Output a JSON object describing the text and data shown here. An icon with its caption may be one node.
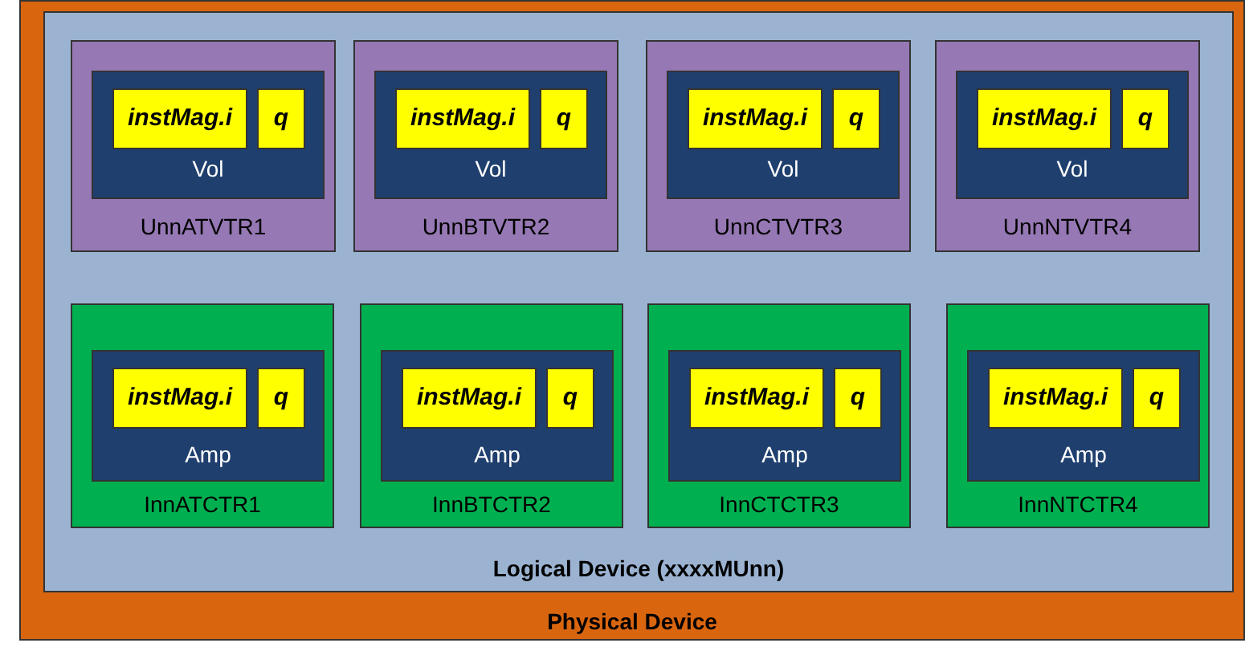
{
  "diagram": {
    "nodes": [
      {
        "text": [
          "Physical Device"
        ]
      },
      {
        "text": [
          "Logical Device (xxxxMUnn)"
        ],
        "in": 0
      },
      {
        "text": [
          "UnnATVTR1"
        ],
        "in": 1
      },
      {
        "text": [
          "Vol"
        ],
        "in": 2
      },
      {
        "text": [
          "instMag.i"
        ],
        "in": 3
      },
      {
        "text": [
          "q"
        ],
        "in": 3
      },
      {
        "text": [
          "UnnBTVTR2"
        ],
        "in": 1
      },
      {
        "text": [
          "Vol"
        ],
        "in": 6
      },
      {
        "text": [
          "instMag.i"
        ],
        "in": 7
      },
      {
        "text": [
          "q"
        ],
        "in": 7
      },
      {
        "text": [
          "UnnCTVTR3"
        ],
        "in": 1
      },
      {
        "text": [
          "Vol"
        ],
        "in": 10
      },
      {
        "text": [
          "instMag.i"
        ],
        "in": 11
      },
      {
        "text": [
          "q"
        ],
        "in": 11
      },
      {
        "text": [
          "UnnNTVTR4"
        ],
        "in": 1
      },
      {
        "text": [
          "Vol"
        ],
        "in": 14
      },
      {
        "text": [
          "instMag.i"
        ],
        "in": 15
      },
      {
        "text": [
          "q"
        ],
        "in": 15
      },
      {
        "text": [
          "InnATCTR1"
        ],
        "in": 1
      },
      {
        "text": [
          "Amp"
        ],
        "in": 18
      },
      {
        "text": [
          "instMag.i"
        ],
        "in": 19
      },
      {
        "text": [
          "q"
        ],
        "in": 19
      },
      {
        "text": [
          "InnBTCTR2"
        ],
        "in": 1
      },
      {
        "text": [
          "Amp"
        ],
        "in": 22
      },
      {
        "text": [
          "instMag.i"
        ],
        "in": 23
      },
      {
        "text": [
          "q"
        ],
        "in": 23
      },
      {
        "text": [
          "InnCTCTR3"
        ],
        "in": 1
      },
      {
        "text": [
          "Amp"
        ],
        "in": 26
      },
      {
        "text": [
          "instMag.i"
        ],
        "in": 27
      },
      {
        "text": [
          "q"
        ],
        "in": 27
      },
      {
        "text": [
          "InnNTCTR4"
        ],
        "in": 1
      },
      {
        "text": [
          "Amp"
        ],
        "in": 30
      },
      {
        "text": [
          "instMag.i"
        ],
        "in": 31
      },
      {
        "text": [
          "q"
        ],
        "in": 31
      }
    ],
    "edges": []
  }
}
